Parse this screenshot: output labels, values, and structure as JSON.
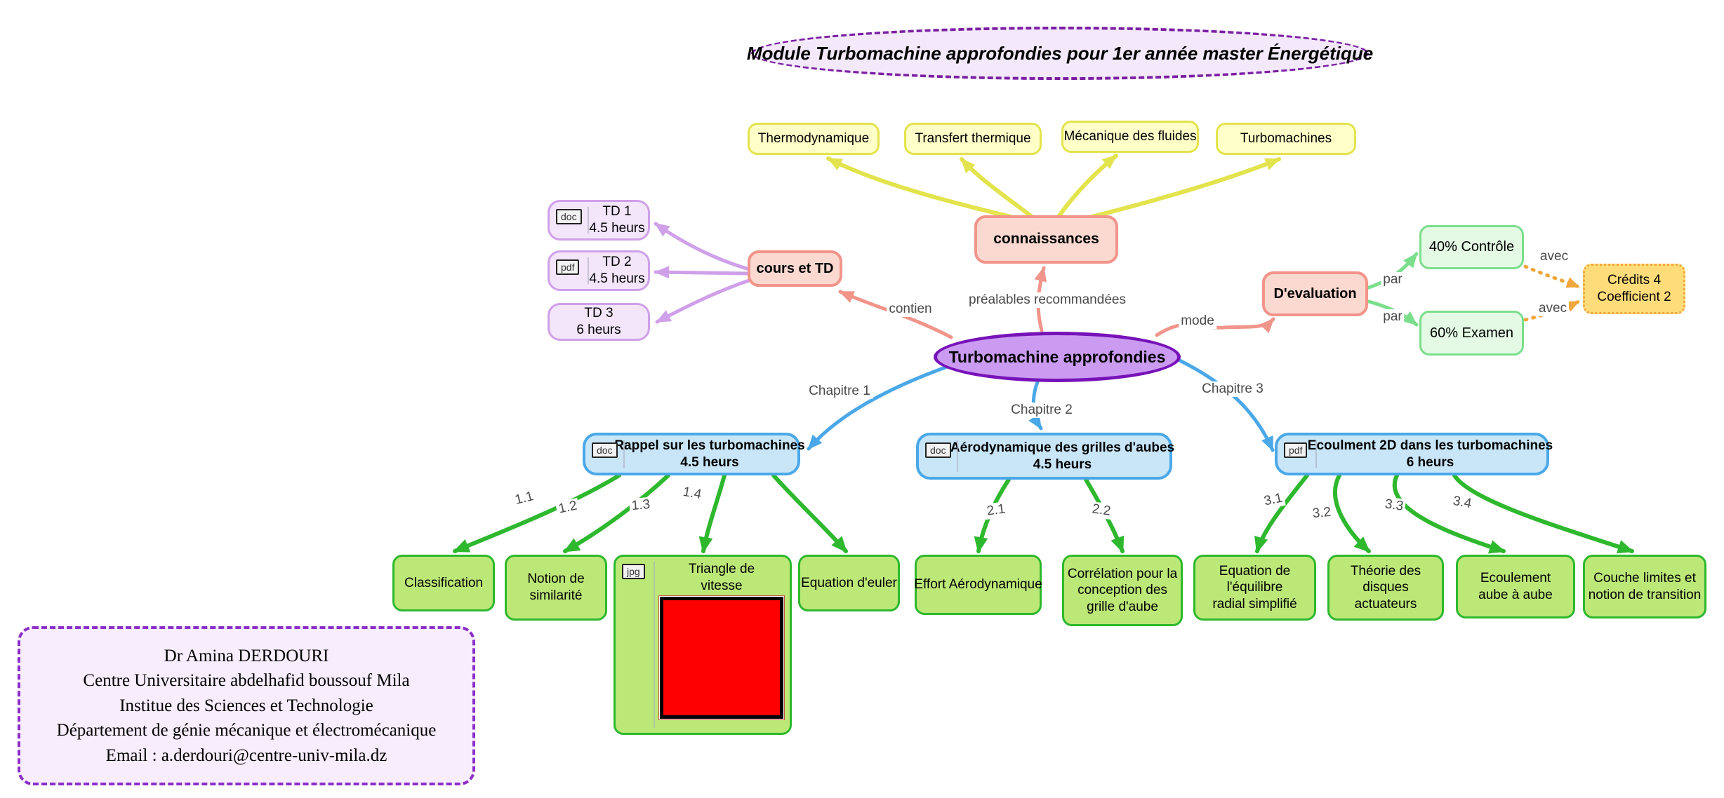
{
  "colors": {
    "pink_fill": "#FBD9D0",
    "pink_border": "#F1948A",
    "yellow_fill": "#FFFFC8",
    "yellow_border": "#E3E34D",
    "lavender_fill": "#F3E6FB",
    "lavender_border": "#CFA0E9",
    "root_fill": "#CB9BF2",
    "root_border": "#7712B8",
    "blue_fill": "#C8E6F8",
    "blue_border": "#4AA8E8",
    "leaf_fill": "#BCE878",
    "leaf_border": "#2EB82E",
    "mint_fill": "#E4FAE4",
    "mint_border": "#7BDE8C",
    "gold_fill": "#FFDC7A",
    "gold_border": "#F0A73C",
    "title_fill": "#F3E9FB",
    "title_border": "#7B1FA2",
    "info_fill": "#F8EDFC",
    "info_border": "#8B2FC9",
    "image_placeholder_red": "#FF0000",
    "edge_label_color": "#4A4A4A"
  },
  "title": "Module Turbomachine approfondies pour 1er année master Énergétique",
  "root_label": "Turbomachine approfondies",
  "prerequisites": {
    "hub_label": "connaissances",
    "edge_label": "préalables recommandées",
    "items": [
      "Thermodynamique",
      "Transfert thermique",
      "Mécanique des fluides",
      "Turbomachines"
    ]
  },
  "courses": {
    "hub_label": "cours et TD",
    "edge_label": "contien",
    "items": [
      {
        "badge": "doc",
        "label": "TD 1\n4.5 heurs"
      },
      {
        "badge": "pdf",
        "label": "TD 2\n4.5 heurs"
      },
      {
        "badge": "",
        "label": "TD 3\n6 heurs"
      }
    ]
  },
  "evaluation": {
    "hub_label": "D'evaluation",
    "edge_label": "mode",
    "par_label": "par",
    "avec_label": "avec",
    "modes": [
      "40% Contrôle",
      "60% Examen"
    ],
    "credits_label": "Crédits 4\nCoefficient 2"
  },
  "chapters": [
    {
      "edge_label": "Chapitre 1",
      "badge": "doc",
      "label": "Rappel sur les turbomachines\n4.5 heurs",
      "children": [
        {
          "num": "1.1",
          "label": "Classification"
        },
        {
          "num": "1.2",
          "label": "Notion de\nsimilarité"
        },
        {
          "num": "1.3",
          "badge": "jpg",
          "label": "Triangle de\nvitesse"
        },
        {
          "num": "1.4",
          "label": "Equation d'euler"
        }
      ]
    },
    {
      "edge_label": "Chapitre 2",
      "badge": "doc",
      "label": "Aérodynamique des grilles d'aubes\n4.5 heurs",
      "children": [
        {
          "num": "2.1",
          "label": "Effort Aérodynamique"
        },
        {
          "num": "2.2",
          "label": "Corrélation pour la\nconception des\ngrille d'aube"
        }
      ]
    },
    {
      "edge_label": "Chapitre 3",
      "badge": "pdf",
      "label": "Ecoulment 2D dans les turbomachines\n6 heurs",
      "children": [
        {
          "num": "3.1",
          "label": "Equation de\nl'équilibre\nradial simplifié"
        },
        {
          "num": "3.2",
          "label": "Théorie des\ndisques\nactuateurs"
        },
        {
          "num": "3.3",
          "label": "Ecoulement\naube à aube"
        },
        {
          "num": "3.4",
          "label": "Couche limites et\nnotion de transition"
        }
      ]
    }
  ],
  "info_box": {
    "lines": "Dr Amina DERDOURI\nCentre Universitaire abdelhafid boussouf Mila\nInstitue des Sciences et Technologie\nDépartement de génie mécanique et électromécanique\nEmail : a.derdouri@centre-univ-mila.dz"
  }
}
